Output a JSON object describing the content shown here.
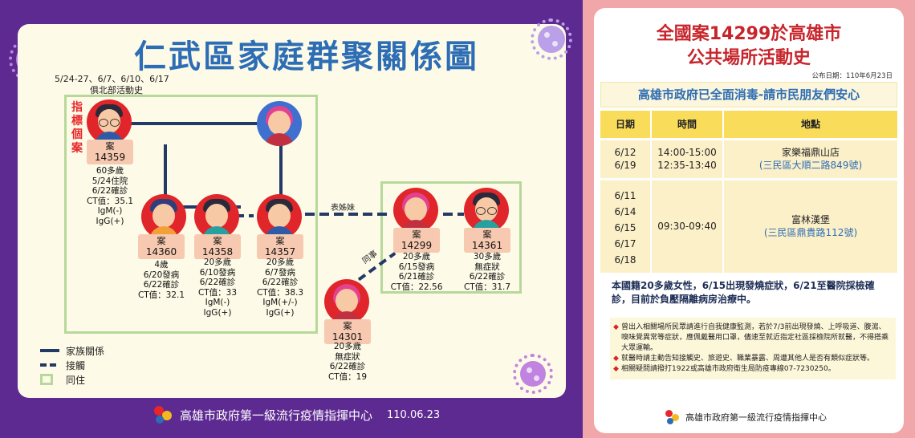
{
  "left": {
    "title": "仁武區家庭群聚關係圖",
    "dates": "5/24-27、6/7、6/10、6/17",
    "club": "俱北部活動史",
    "index_label": "指標個案",
    "relation_cousin": "表姊妹",
    "relation_colleague": "同事",
    "legend": {
      "family": "家族關係",
      "contact": "接觸",
      "cohabit": "同住"
    },
    "footer_org": "高雄市政府第一級流行疫情指揮中心",
    "footer_date": "110.06.23",
    "cases": {
      "c14359": {
        "label": "案",
        "num": "14359",
        "lines": [
          "60多歲",
          "5/24住院",
          "6/22確診",
          "CT值：35.1",
          "IgM(-)",
          "IgG(+)"
        ]
      },
      "c14360": {
        "label": "案",
        "num": "14360",
        "lines": [
          "4歲",
          "6/20發病",
          "6/22確診",
          "CT值：32.1"
        ]
      },
      "c14358": {
        "label": "案",
        "num": "14358",
        "lines": [
          "20多歲",
          "6/10發病",
          "6/22確診",
          "CT值：33",
          "IgM(-)",
          "IgG(+)"
        ]
      },
      "c14357": {
        "label": "案",
        "num": "14357",
        "lines": [
          "20多歲",
          "6/7發病",
          "6/22確診",
          "CT值：38.3",
          "IgM(+/-)",
          "IgG(+)"
        ]
      },
      "c14299": {
        "label": "案",
        "num": "14299",
        "lines": [
          "20多歲",
          "6/15發病",
          "6/21確診",
          "CT值：22.56"
        ]
      },
      "c14361": {
        "label": "案",
        "num": "14361",
        "lines": [
          "30多歲",
          "無症狀",
          "6/22確診",
          "CT值：31.7"
        ]
      },
      "c14301": {
        "label": "案",
        "num": "14301",
        "lines": [
          "20多歲",
          "無症狀",
          "6/22確診",
          "CT值：19"
        ]
      }
    }
  },
  "right": {
    "title_line1": "全國案14299於高雄市",
    "title_line2": "公共場所活動史",
    "pub_date": "公布日期：110年6月23日",
    "banner": "高雄市政府已全面消毒-請市民朋友們安心",
    "table": {
      "headers": [
        "日期",
        "時間",
        "地點"
      ],
      "rows": [
        {
          "dates": [
            "6/12",
            "6/19"
          ],
          "times": [
            "14:00-15:00",
            "12:35-13:40"
          ],
          "place": "家樂福鼎山店",
          "address": "(三民區大順二路849號)"
        },
        {
          "dates": [
            "6/11",
            "6/14",
            "6/15",
            "6/17",
            "6/18"
          ],
          "times": [
            "09:30-09:40"
          ],
          "place": "富林漢堡",
          "address": "(三民區鼎貴路112號)"
        }
      ]
    },
    "summary": "本國籍20多歲女性，6/15出現發燒症狀，6/21至醫院採檢確診，目前於負壓隔離病房治療中。",
    "notes": [
      "曾出入相關場所民眾請進行自我健康監測，若於7/3前出現發燒、上呼吸道、腹瀉、嗅味覺異常等症狀，應佩戴醫用口罩，儘速至就近指定社區採檢院所就醫，不得搭乘大眾運輸。",
      "就醫時請主動告知接觸史、旅遊史、職業暴露、周遭其他人是否有類似症狀等。",
      "相關疑問請撥打1922或高雄市政府衛生局防疫專線07-7230250。"
    ],
    "footer_org": "高雄市政府第一級流行疫情指揮中心"
  }
}
